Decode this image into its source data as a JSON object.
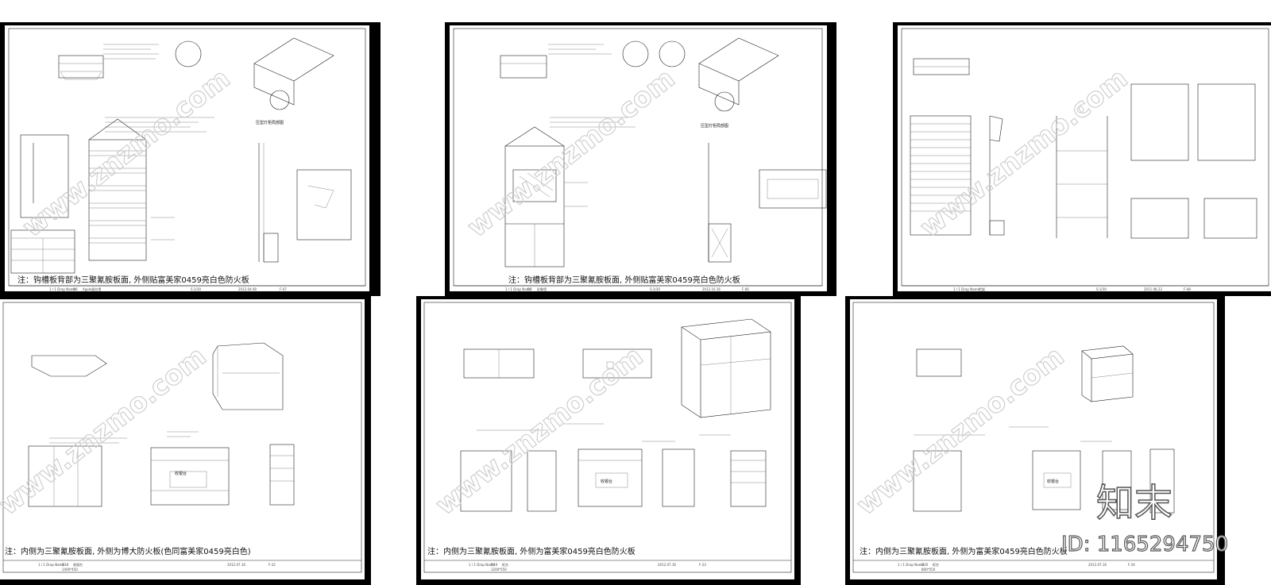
{
  "watermark": {
    "site": "www.znzmo.com",
    "brand": "知末",
    "id_label": "ID: 1165294750"
  },
  "sheets": [
    {
      "note": "注：钩槽板背部为三聚氰胺板面, 外侧贴富美家0459亮白色防火板",
      "title_block": [
        "1 / 1 Drap Name",
        "D6",
        "Apple展台墙",
        "S:1/30",
        "2012.04.08",
        "F-07"
      ],
      "caption": "压型灯柜局部图"
    },
    {
      "note": "注：钩槽板背部为三聚氰胺板面, 外侧贴富美家0459亮白色防火板",
      "title_block": [
        "1 / 1 Drap Name",
        "D7",
        "形象墙",
        "S:1/30",
        "2012.10.16",
        "F-06"
      ],
      "caption": "压型灯柜局部图"
    },
    {
      "note": "",
      "title_block": [
        "1 / 1 Drap Name",
        "货架",
        "S:1/30",
        "2011.08.23",
        "F-08"
      ],
      "caption": ""
    },
    {
      "note": "注：内侧为三聚氰胺板面, 外侧为博大防火板(色同富美家0459亮白色)",
      "title_block": [
        "1 / 1 Drap Name",
        "D18",
        "收银台",
        "1400*450",
        "2012.07.16",
        "F-22"
      ],
      "caption": "收银台"
    },
    {
      "note": "注：内侧为三聚氰胺板面, 外侧为富美家0459亮白色防火板",
      "title_block": [
        "1 / 1 Drap Name",
        "D19",
        "柜台",
        "1200*550",
        "2012.07.16",
        "F-23"
      ],
      "caption": "收银台"
    },
    {
      "note": "注：内侧为三聚氰胺板面, 外侧为富美家0459亮白色防火板",
      "title_block": [
        "1 / 1 Drap Name",
        "D20",
        "柜台",
        "800*550",
        "2012.07.16",
        "F-24"
      ],
      "caption": "收银台"
    }
  ]
}
